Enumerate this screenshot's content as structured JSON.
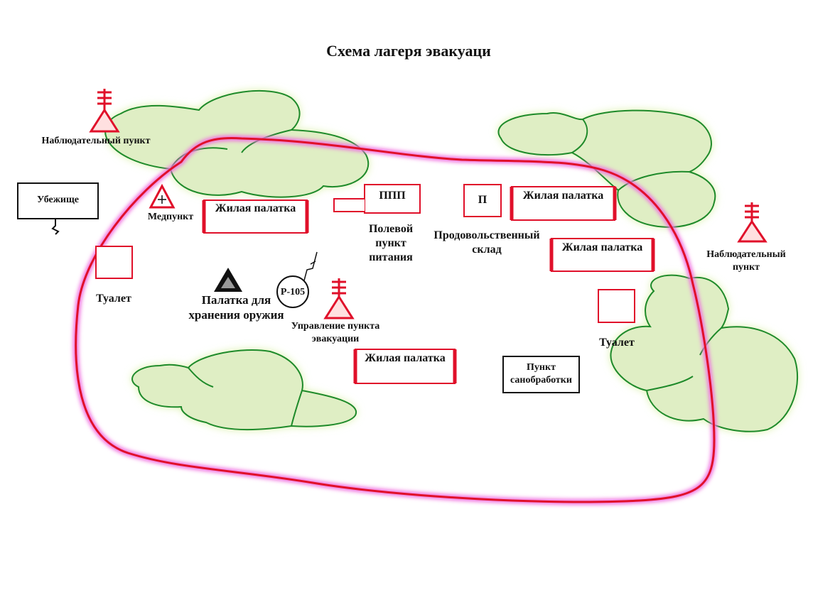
{
  "title": "Схема лагеря эвакуаци",
  "labels": {
    "observation_post": "Наблюдательный пункт",
    "shelter": "Убежище",
    "medpoint": "Медпункт",
    "residential_tent": "Жилая палатка",
    "ppp": "ППП",
    "field_food_point": "Полевой пункт питания",
    "food_warehouse_box": "П",
    "food_warehouse": "Продовольственный склад",
    "toilet": "Туалет",
    "weapons_tent": "Палатка для хранения оружия",
    "radio": "Р-105",
    "evac_control": "Управление пункта эвакуации",
    "sanitation_point": "Пункт санобработки"
  },
  "colors": {
    "boundary": "#e0102a",
    "boundary_glow": "#f070e0",
    "tree_fill": "#dfeec4",
    "tree_stroke": "#1e8a2a",
    "tree_glow": "#d6f0a0",
    "tent_stroke": "#e0102a",
    "text": "#111111"
  }
}
